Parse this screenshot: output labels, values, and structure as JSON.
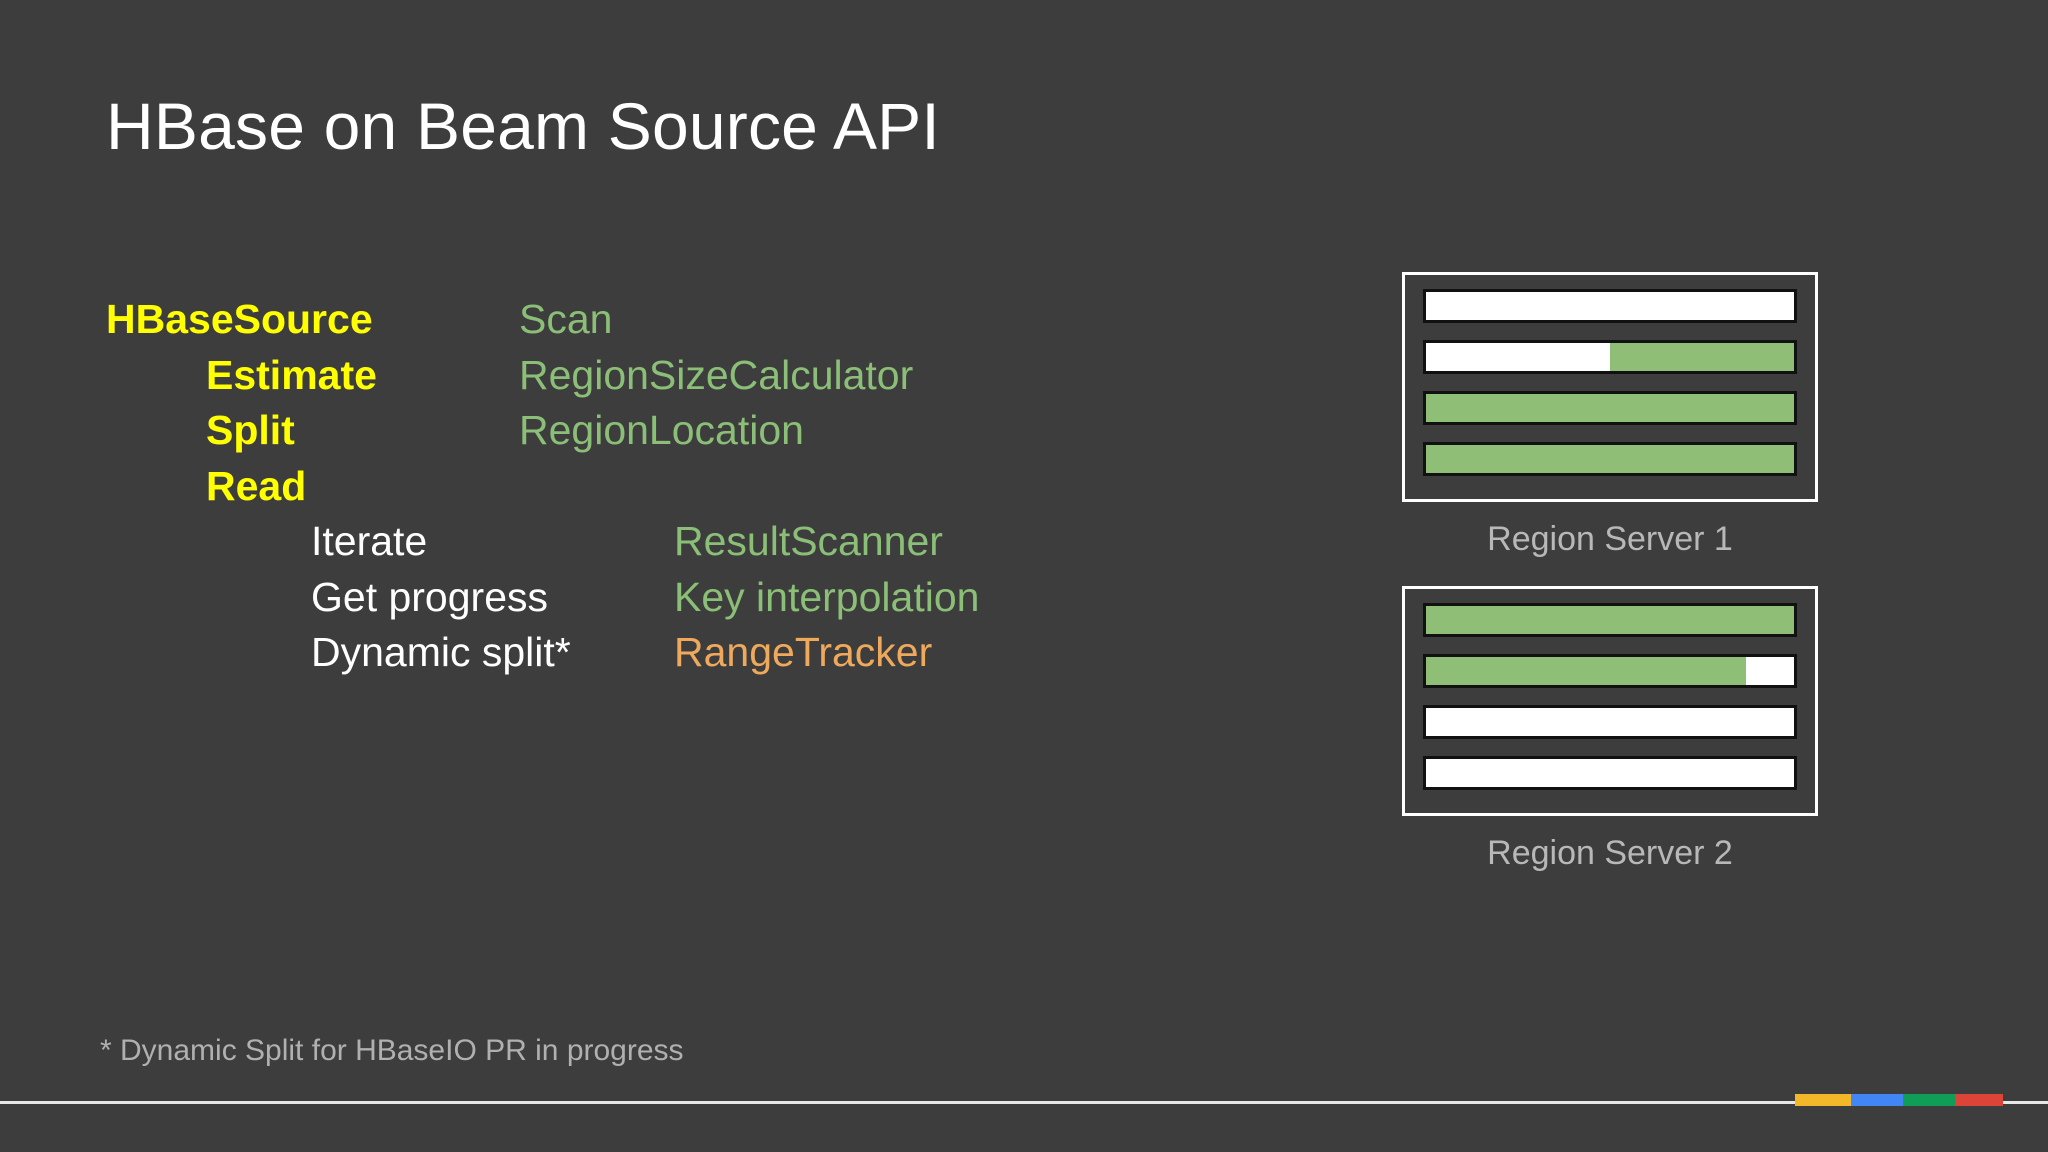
{
  "slide": {
    "title": "HBase on Beam Source API",
    "background_color": "#3d3d3d",
    "footnote": "* Dynamic Split for HBaseIO PR in progress"
  },
  "colors": {
    "accent_yellow": "#ffff00",
    "accent_green": "#8bbf77",
    "accent_orange": "#efa95c",
    "text_white": "#ffffff",
    "text_muted": "#b8b8b8",
    "bar_green": "#8fbf76",
    "bar_empty": "#ffffff"
  },
  "api_table": {
    "rows": [
      {
        "level": 0,
        "left": "HBaseSource",
        "right": "Scan",
        "right_col": "a",
        "right_color": "green"
      },
      {
        "level": 1,
        "left": "Estimate",
        "right": "RegionSizeCalculator",
        "right_col": "a",
        "right_color": "green"
      },
      {
        "level": 1,
        "left": "Split",
        "right": "RegionLocation",
        "right_col": "a",
        "right_color": "green"
      },
      {
        "level": 1,
        "left": "Read",
        "right": "",
        "right_col": "a",
        "right_color": "green"
      },
      {
        "level": 2,
        "left": "Iterate",
        "right": "ResultScanner",
        "right_col": "b",
        "right_color": "green"
      },
      {
        "level": 2,
        "left": "Get progress",
        "right": "Key interpolation",
        "right_col": "b",
        "right_color": "green"
      },
      {
        "level": 2,
        "left": "Dynamic split*",
        "right": "RangeTracker",
        "right_col": "b",
        "right_color": "orange"
      }
    ]
  },
  "region_servers": [
    {
      "label": "Region Server 1",
      "bars": [
        {
          "fill_percent": 0,
          "fill_side": "right"
        },
        {
          "fill_percent": 50,
          "fill_side": "right"
        },
        {
          "fill_percent": 100,
          "fill_side": "right"
        },
        {
          "fill_percent": 100,
          "fill_side": "right"
        }
      ]
    },
    {
      "label": "Region Server 2",
      "bars": [
        {
          "fill_percent": 100,
          "fill_side": "left"
        },
        {
          "fill_percent": 87,
          "fill_side": "left"
        },
        {
          "fill_percent": 0,
          "fill_side": "left"
        },
        {
          "fill_percent": 0,
          "fill_side": "left"
        }
      ]
    }
  ],
  "brand_bar": {
    "segments": [
      {
        "name": "yellow",
        "color": "#f2b829",
        "width": 56
      },
      {
        "name": "blue",
        "color": "#4285f4",
        "width": 52
      },
      {
        "name": "green",
        "color": "#0f9d58",
        "width": 52
      },
      {
        "name": "red",
        "color": "#db4437",
        "width": 48
      }
    ]
  }
}
